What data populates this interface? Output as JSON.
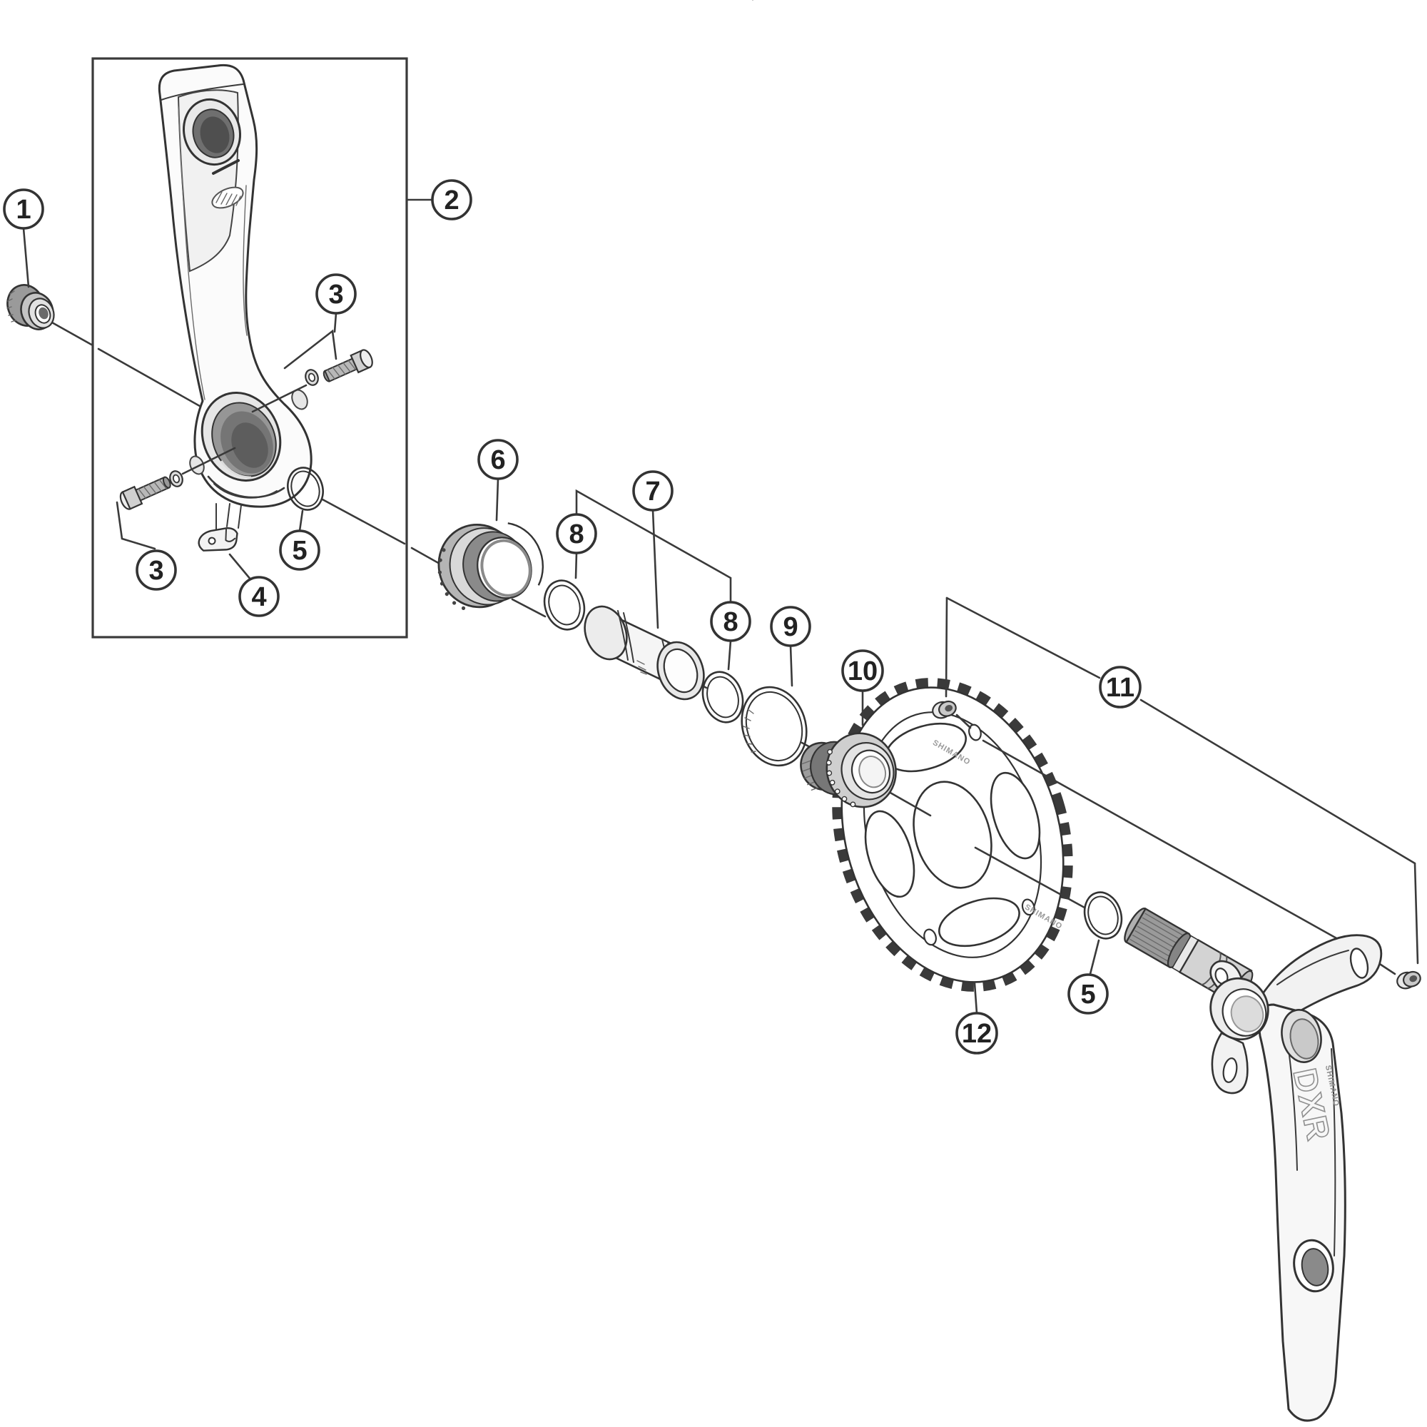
{
  "callouts": [
    {
      "label": "1"
    },
    {
      "label": "2"
    },
    {
      "label": "3"
    },
    {
      "label": "3"
    },
    {
      "label": "4"
    },
    {
      "label": "5"
    },
    {
      "label": "6"
    },
    {
      "label": "7"
    },
    {
      "label": "8"
    },
    {
      "label": "8"
    },
    {
      "label": "9"
    },
    {
      "label": "10"
    },
    {
      "label": "11"
    },
    {
      "label": "5"
    },
    {
      "label": "12"
    }
  ],
  "engravings": {
    "chainring_top": "SHIMANO",
    "chainring_bottom": "SHIMANO",
    "crank_brand": "SHIMANO",
    "crank_model": "DXR"
  },
  "colors": {
    "background": "#ffffff",
    "line": "#333333",
    "metal_light": "#ececec",
    "metal_mid": "#bfbfbf",
    "metal_dark": "#8c8c8c",
    "hole_dark": "#5d5d5d"
  }
}
